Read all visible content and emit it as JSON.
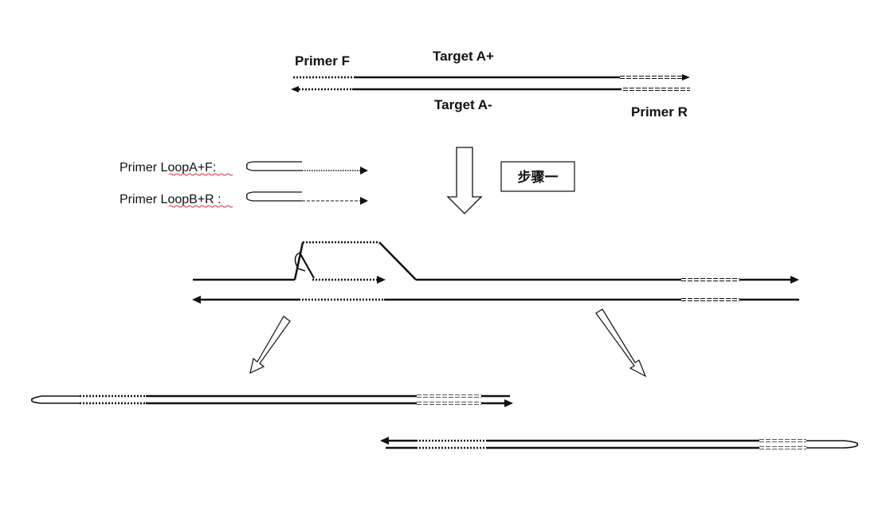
{
  "labels": {
    "primer_f": "Primer F",
    "target_a_plus": "Target A+",
    "target_a_minus": "Target A-",
    "primer_r": "Primer R",
    "loop_a": "Primer LoopA+F:",
    "loop_b": "Primer LoopB+R :",
    "step_one": "步骤一"
  },
  "colors": {
    "line": "#111111",
    "spellcheck_underline": "#dd3333",
    "background": "#ffffff"
  }
}
